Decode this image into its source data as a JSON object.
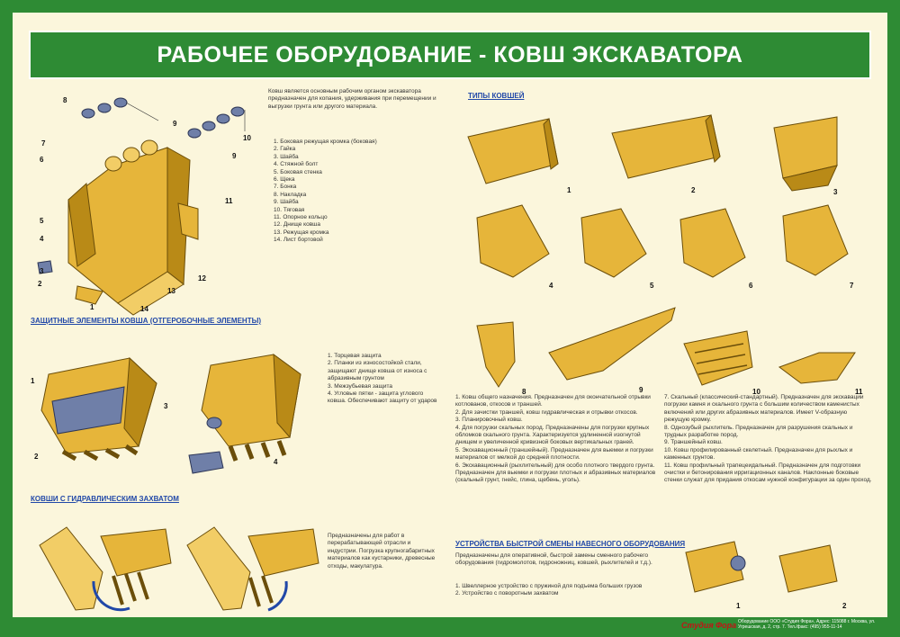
{
  "title": "РАБОЧЕЕ ОБОРУДОВАНИЕ - КОВШ ЭКСКАВАТОРА",
  "intro": "Ковш является основным рабочим органом экскаватора предназначен для копания, удерживания при перемещении и выгрузки грунта или другого материала.",
  "parts": [
    "1. Боковая режущая кромка (боковая)",
    "2. Гайка",
    "3. Шайба",
    "4. Стяжной болт",
    "5. Боковая стенка",
    "6. Щека",
    "7. Бонка",
    "8. Накладка",
    "9. Шайба",
    "10. Тяговая",
    "11. Опорное кольцо",
    "12. Днище ковша",
    "13. Режущая кромка",
    "14. Лист бортовой"
  ],
  "protect": {
    "heading": "Защитные элементы ковша (отгеробочные элементы)",
    "items": [
      "1. Торцевая защита",
      "2. Планки из износостойкой стали, защищают днище ковша от износа с абразивным грунтом",
      "3. Межзубьевая защита",
      "4. Угловые пятки - защита углового ковша. Обеспечивают защиту от ударов"
    ]
  },
  "hydraulic": {
    "heading": "Ковши с гидравлическим захватом",
    "text": "Предназначены для работ в перерабатывающей отрасли и индустрии. Погрузка крупногабаритных материалов как кустарники, древесные отходы, макулатура."
  },
  "types": {
    "heading": "Типы ковшей",
    "labels": [
      "1",
      "2",
      "3",
      "4",
      "5",
      "6",
      "7",
      "8",
      "9",
      "10",
      "11"
    ]
  },
  "desc_left": [
    "1. Ковш общего назначения. Предназначен для окончательной отрывки котлованов, откосов и траншей.",
    "2. Для зачистки траншей, ковш гидравлическая и отрывки откосов.",
    "3. Планировочный ковш.",
    "4. Для погрузки скальных пород. Предназначены для погрузки крупных обломков скального грунта. Характеризуется удлиненной изогнутой днищем и увеличенной кривизной боковых вертикальных граней.",
    "5. Экскавационный (траншейный). Предназначен для выемки и погрузки материалов от мелкой до средней плотности.",
    "6. Экскавационный (рыхлительный) для особо плотного твердого грунта. Предназначен для выемки и погрузки плотных и абразивных материалов (скальный грунт, гнейс, глина, щебень, уголь)."
  ],
  "desc_right": [
    "7. Скальный (классический-стандартный). Предназначен для экскавации погрузки камня и скального грунта с большим количеством каменистых включений или других абразивных материалов. Имеет V-образную режущую кромку.",
    "8. Однозубый рыхлитель. Предназначен для разрушения скальных и трудных разработке пород.",
    "9. Траншейный ковш.",
    "10. Ковш профилированный скелетный. Предназначен для рыхлых и каменных грунтов.",
    "11. Ковш профильный трапецеидальный. Предназначен для подготовки очистки и бетонирования ирригационных каналов. Наклонные боковые стенки служат для придания откосам нужной конфигурации за один проход."
  ],
  "quick": {
    "heading": "Устройства быстрой смены навесного оборудования",
    "text": "Предназначены для оперативной, быстрой замены сменного рабочего оборудования (гидромолотов, гидроножниц, ковшей, рыхлителей и т.д.).",
    "items": [
      "1. Швеллерное устройство с пружиной для подъема больших грузов",
      "2. Устройство с поворотным захватом"
    ]
  },
  "footer": {
    "brand": "Студия Фора",
    "note": "Оборудование ООО «Студия Фора», Адрес: 115088 г. Москва, ул. Угрешская, д. 2, стр. 7. Тел./факс: (495) 955-11-14"
  },
  "colors": {
    "green": "#2e8b34",
    "paper": "#fbf6dc",
    "heading": "#2148a8",
    "bucket": "#e6b53a"
  }
}
